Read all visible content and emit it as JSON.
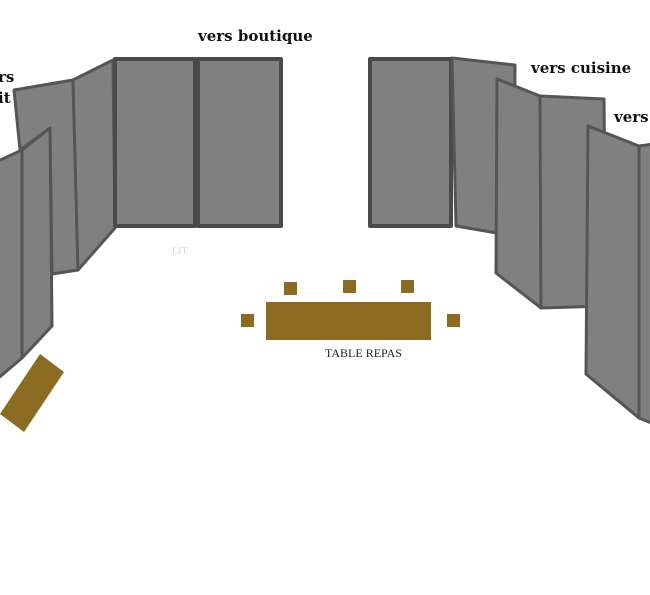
{
  "labels": {
    "boutique": "vers boutique",
    "cuisine": "vers cuisine",
    "right_cut": "vers c",
    "left_cut_1": "rs",
    "left_cut_2": "it",
    "lit": "LIT",
    "table": "TABLE REPAS"
  },
  "colors": {
    "partition_fill": "#808080",
    "partition_stroke": "#4a4a4a",
    "furniture": "#8b6b22"
  }
}
